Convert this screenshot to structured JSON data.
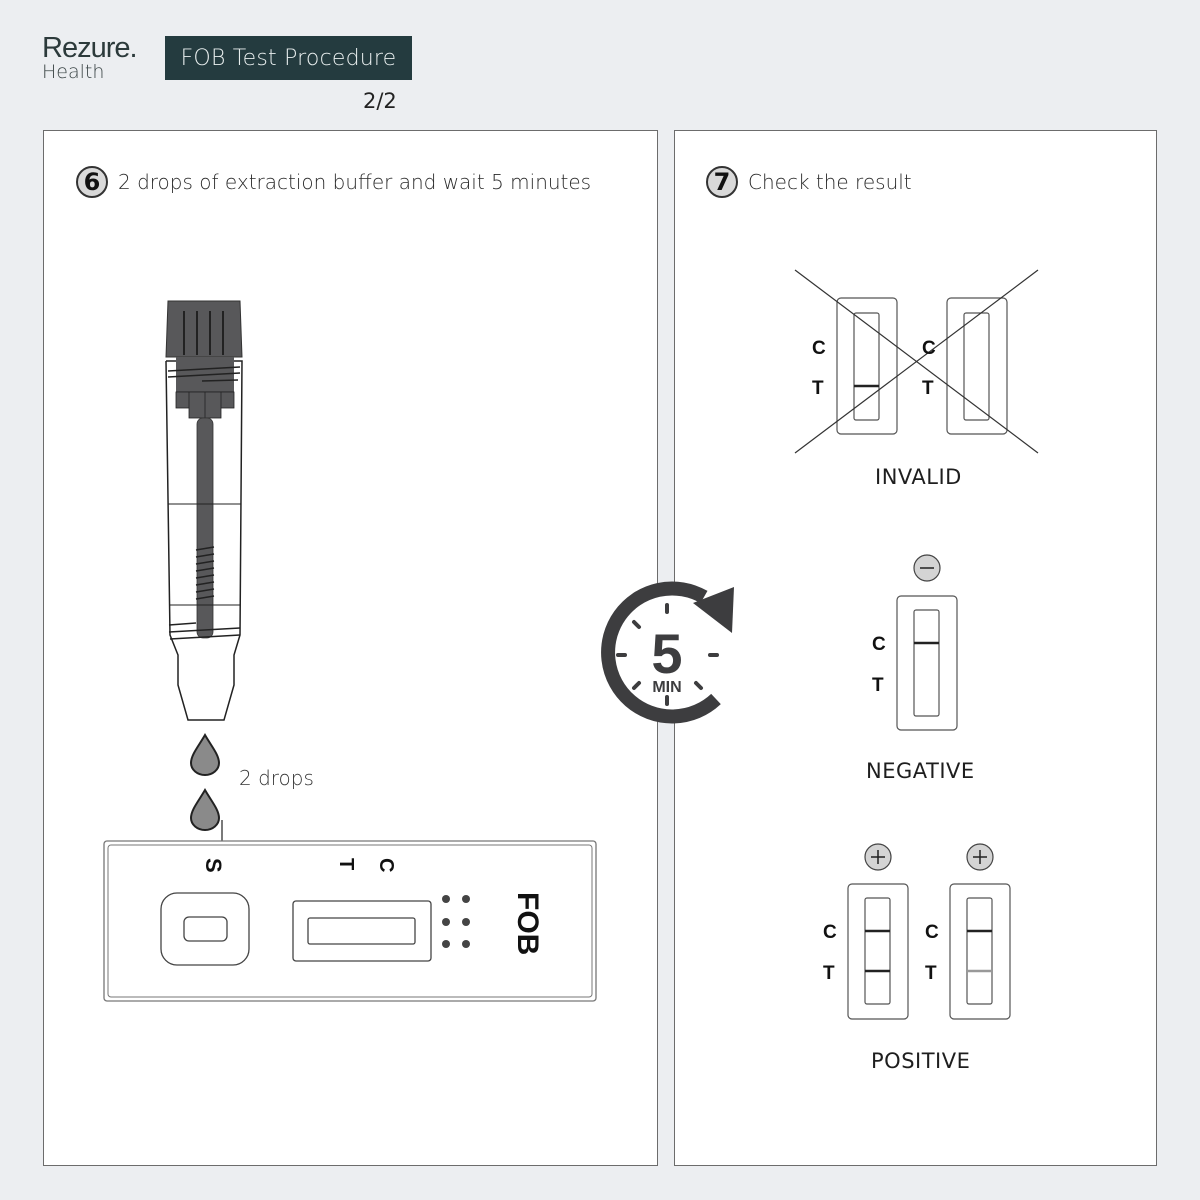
{
  "header": {
    "brand": "Rezure.",
    "brand_sub": "Health",
    "title": "FOB Test Procedure",
    "page_indicator": "2/2"
  },
  "steps": [
    {
      "number": "6",
      "text": "2 drops of extraction buffer and wait 5 minutes",
      "drops_label": "2 drops",
      "cassette": {
        "sample_label": "S",
        "t_label": "T",
        "c_label": "C",
        "brand_label": "FOB"
      }
    },
    {
      "number": "7",
      "text": "Check the result",
      "results": [
        {
          "label": "INVALID",
          "c": "C",
          "t": "T"
        },
        {
          "label": "NEGATIVE",
          "symbol": "−",
          "c": "C",
          "t": "T"
        },
        {
          "label": "POSITIVE",
          "symbol": "+",
          "c": "C",
          "t": "T"
        }
      ]
    }
  ],
  "timer": {
    "value": "5",
    "unit": "MIN"
  },
  "colors": {
    "title_bg": "#243b3f",
    "background": "#eceef1",
    "dark_gray": "#58585a",
    "drop_gray": "#8a8a8a",
    "badge_gray": "#d9d9d9"
  }
}
